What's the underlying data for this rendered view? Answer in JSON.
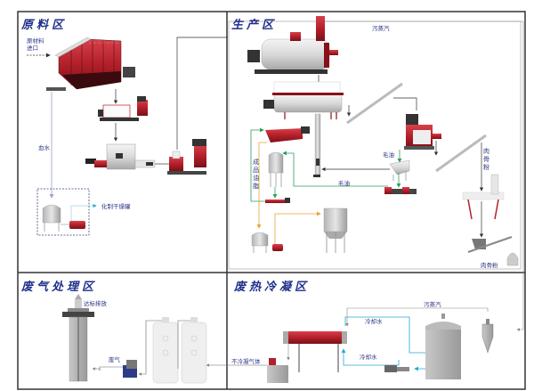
{
  "zones": {
    "raw": {
      "title": "原料区"
    },
    "production": {
      "title": "生产区"
    },
    "exhaust": {
      "title": "废气处理区"
    },
    "condense": {
      "title": "废热冷凝区"
    }
  },
  "labels": {
    "raw_inlet": "原材料进口",
    "blood_water": "血水",
    "to_dryer": "化制干燥罐",
    "dirty_steam_top": "污蒸汽",
    "crude_oil_1": "毛油",
    "crude_oil_2": "毛油",
    "finished_oil": "成品油脂",
    "meat_bone_meal_vertical": "肉骨粉",
    "meat_bone_meal_bottom": "肉骨粉",
    "discharge": "达标排放",
    "waste_gas": "废气",
    "non_condensable": "不冷凝气体",
    "dirty_steam_bottom": "污蒸汽",
    "cooling_water_1": "冷却水",
    "cooling_water_2": "冷却水"
  },
  "colors": {
    "zone_title": "#1f2f8a",
    "label": "#2a3585",
    "equipment_red": "#b3202a",
    "steel_gray": "#bfbfbf",
    "flow_black": "#333333",
    "flow_green": "#2e9e5b",
    "flow_orange": "#e8a33a",
    "flow_cyan": "#2aa6d6",
    "flow_blood": "#9aa0c8"
  }
}
